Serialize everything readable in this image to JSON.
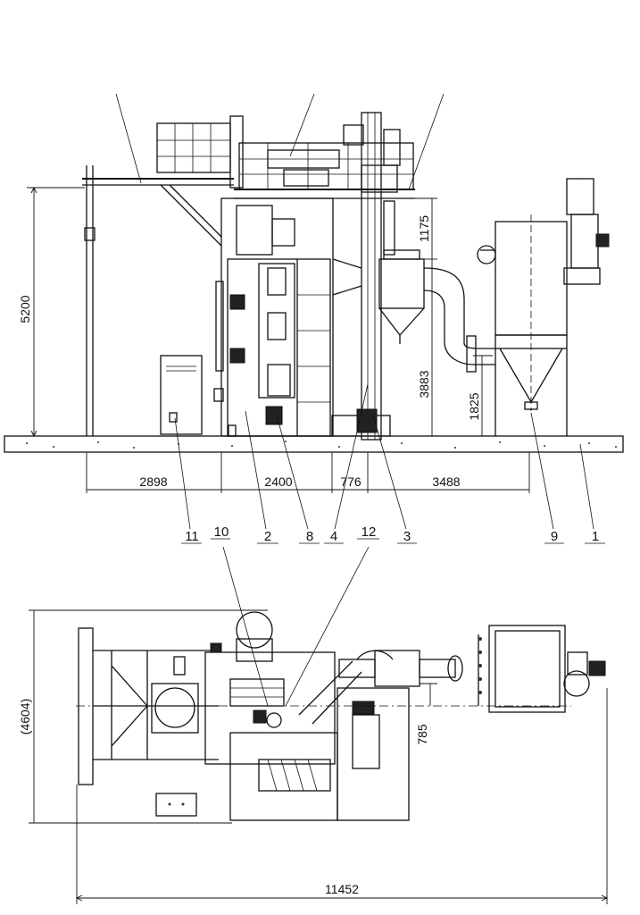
{
  "front_view": {
    "dims": {
      "height_total": "5200",
      "height_upper": "1175",
      "height_duct": "3883",
      "height_inlet": "1825",
      "span_1": "2898",
      "span_2": "2400",
      "span_3": "776",
      "span_4": "3488"
    },
    "callouts": [
      "11",
      "10",
      "2",
      "8",
      "4",
      "12",
      "3",
      "9",
      "1"
    ]
  },
  "top_view": {
    "dims": {
      "width_overall": "(4604)",
      "offset": "785",
      "length_overall": "11452"
    }
  }
}
